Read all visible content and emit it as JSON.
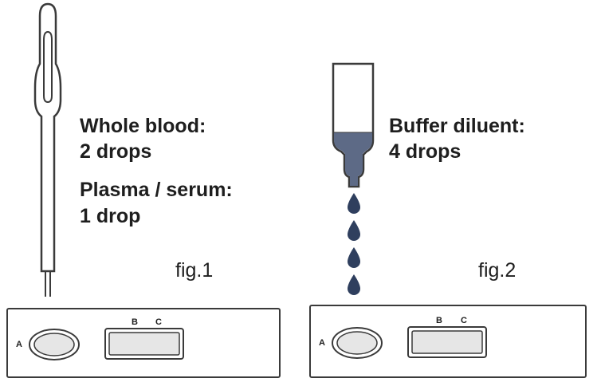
{
  "panel1": {
    "title1": "Whole blood:",
    "amount1": "2 drops",
    "title2": "Plasma / serum:",
    "amount2": "1 drop",
    "fig_label": "fig.1",
    "well_a": "A",
    "window_b": "B",
    "window_c": "C"
  },
  "panel2": {
    "title": "Buffer diluent:",
    "amount": "4 drops",
    "fig_label": "fig.2",
    "well_a": "A",
    "window_b": "B",
    "window_c": "C"
  },
  "colors": {
    "outline": "#3a3a3a",
    "buffer_fill": "#5d6a86",
    "drop_fill": "#2f3f5e",
    "window_fill": "#e6e6e6"
  }
}
